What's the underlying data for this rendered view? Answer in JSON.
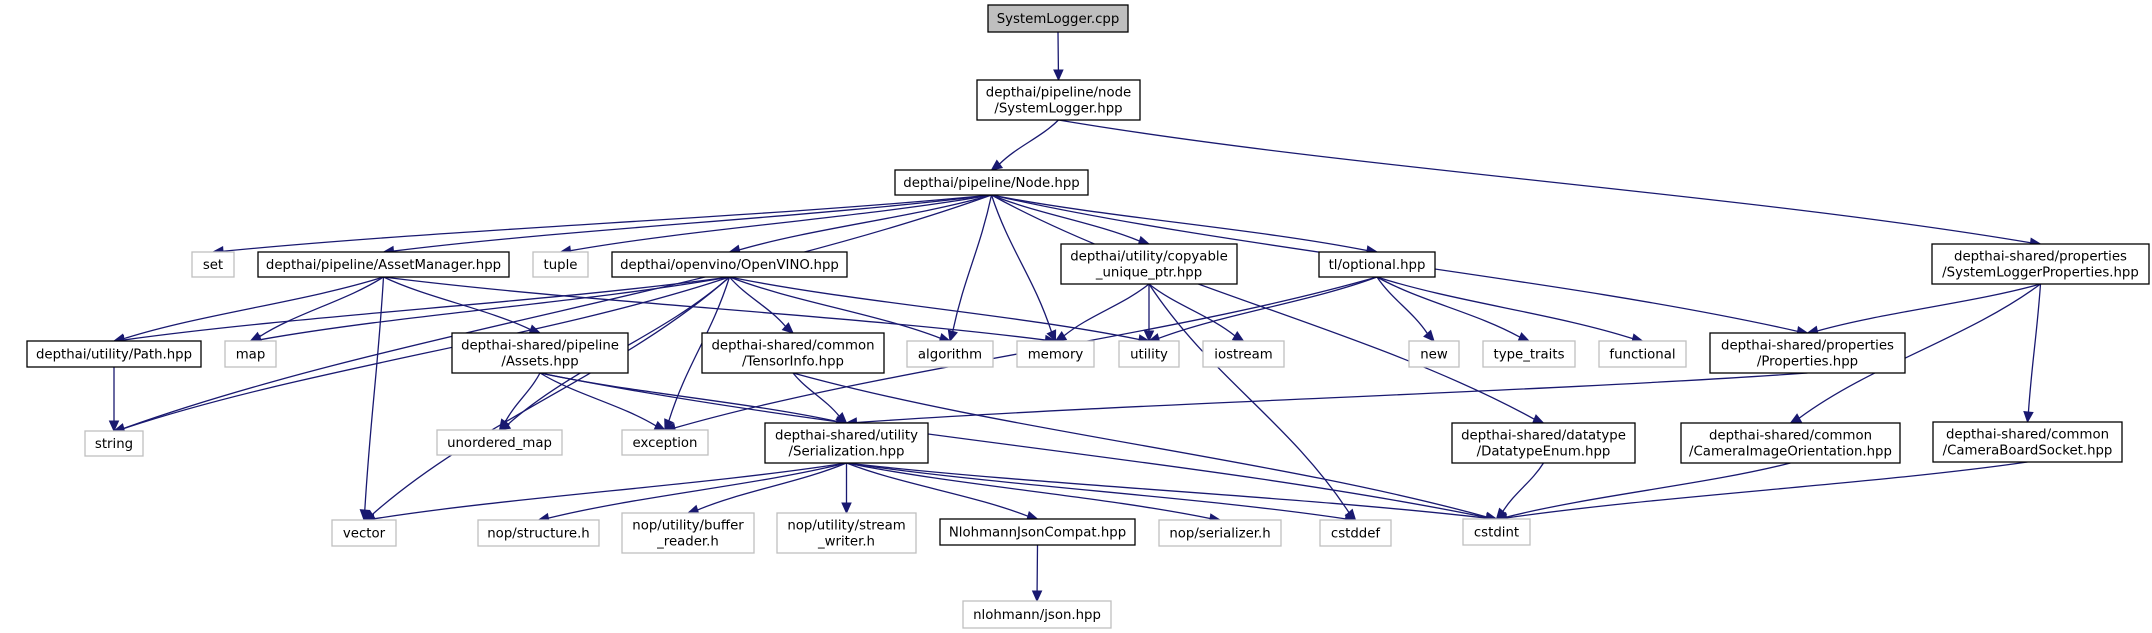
{
  "title": "SystemLogger.cpp include dependency graph",
  "colors": {
    "edge": "#191970",
    "root_fill": "#bfbfbf",
    "local_border": "#000000",
    "system_border": "#bfbfbf"
  },
  "nodes": [
    {
      "id": "root",
      "kind": "root",
      "lines": [
        "SystemLogger.cpp"
      ]
    },
    {
      "id": "syslogger_hpp",
      "kind": "local",
      "lines": [
        "depthai/pipeline/node",
        "/SystemLogger.hpp"
      ]
    },
    {
      "id": "node_hpp",
      "kind": "local",
      "lines": [
        "depthai/pipeline/Node.hpp"
      ]
    },
    {
      "id": "set",
      "kind": "system",
      "lines": [
        "set"
      ]
    },
    {
      "id": "assetmanager",
      "kind": "local",
      "lines": [
        "depthai/pipeline/AssetManager.hpp"
      ]
    },
    {
      "id": "tuple",
      "kind": "system",
      "lines": [
        "tuple"
      ]
    },
    {
      "id": "openvino",
      "kind": "local",
      "lines": [
        "depthai/openvino/OpenVINO.hpp"
      ]
    },
    {
      "id": "copyable",
      "kind": "local",
      "lines": [
        "depthai/utility/copyable",
        "_unique_ptr.hpp"
      ]
    },
    {
      "id": "optional",
      "kind": "local",
      "lines": [
        "tl/optional.hpp"
      ]
    },
    {
      "id": "sysloggerprops",
      "kind": "local",
      "lines": [
        "depthai-shared/properties",
        "/SystemLoggerProperties.hpp"
      ]
    },
    {
      "id": "path",
      "kind": "local",
      "lines": [
        "depthai/utility/Path.hpp"
      ]
    },
    {
      "id": "map",
      "kind": "system",
      "lines": [
        "map"
      ]
    },
    {
      "id": "assets",
      "kind": "local",
      "lines": [
        "depthai-shared/pipeline",
        "/Assets.hpp"
      ]
    },
    {
      "id": "tensorinfo",
      "kind": "local",
      "lines": [
        "depthai-shared/common",
        "/TensorInfo.hpp"
      ]
    },
    {
      "id": "algorithm",
      "kind": "system",
      "lines": [
        "algorithm"
      ]
    },
    {
      "id": "memory",
      "kind": "system",
      "lines": [
        "memory"
      ]
    },
    {
      "id": "utility",
      "kind": "system",
      "lines": [
        "utility"
      ]
    },
    {
      "id": "iostream",
      "kind": "system",
      "lines": [
        "iostream"
      ]
    },
    {
      "id": "new",
      "kind": "system",
      "lines": [
        "new"
      ]
    },
    {
      "id": "type_traits",
      "kind": "system",
      "lines": [
        "type_traits"
      ]
    },
    {
      "id": "functional",
      "kind": "system",
      "lines": [
        "functional"
      ]
    },
    {
      "id": "properties",
      "kind": "local",
      "lines": [
        "depthai-shared/properties",
        "/Properties.hpp"
      ]
    },
    {
      "id": "string",
      "kind": "system",
      "lines": [
        "string"
      ]
    },
    {
      "id": "unordered_map",
      "kind": "system",
      "lines": [
        "unordered_map"
      ]
    },
    {
      "id": "exception",
      "kind": "system",
      "lines": [
        "exception"
      ]
    },
    {
      "id": "serialization",
      "kind": "local",
      "lines": [
        "depthai-shared/utility",
        "/Serialization.hpp"
      ]
    },
    {
      "id": "datatypeenum",
      "kind": "local",
      "lines": [
        "depthai-shared/datatype",
        "/DatatypeEnum.hpp"
      ]
    },
    {
      "id": "camimgorient",
      "kind": "local",
      "lines": [
        "depthai-shared/common",
        "/CameraImageOrientation.hpp"
      ]
    },
    {
      "id": "camboardsocket",
      "kind": "local",
      "lines": [
        "depthai-shared/common",
        "/CameraBoardSocket.hpp"
      ]
    },
    {
      "id": "vector",
      "kind": "system",
      "lines": [
        "vector"
      ]
    },
    {
      "id": "nop_structure",
      "kind": "system",
      "lines": [
        "nop/structure.h"
      ]
    },
    {
      "id": "nop_buffer_reader",
      "kind": "system",
      "lines": [
        "nop/utility/buffer",
        "_reader.h"
      ]
    },
    {
      "id": "nop_stream_writer",
      "kind": "system",
      "lines": [
        "nop/utility/stream",
        "_writer.h"
      ]
    },
    {
      "id": "nlohmann_compat",
      "kind": "local",
      "lines": [
        "NlohmannJsonCompat.hpp"
      ]
    },
    {
      "id": "nop_serializer",
      "kind": "system",
      "lines": [
        "nop/serializer.h"
      ]
    },
    {
      "id": "cstddef",
      "kind": "system",
      "lines": [
        "cstddef"
      ]
    },
    {
      "id": "cstdint",
      "kind": "system",
      "lines": [
        "cstdint"
      ]
    },
    {
      "id": "nlohmann_json",
      "kind": "system",
      "lines": [
        "nlohmann/json.hpp"
      ]
    }
  ],
  "edges": [
    [
      "root",
      "syslogger_hpp"
    ],
    [
      "syslogger_hpp",
      "node_hpp"
    ],
    [
      "syslogger_hpp",
      "sysloggerprops"
    ],
    [
      "node_hpp",
      "set"
    ],
    [
      "node_hpp",
      "assetmanager"
    ],
    [
      "node_hpp",
      "tuple"
    ],
    [
      "node_hpp",
      "openvino"
    ],
    [
      "node_hpp",
      "copyable"
    ],
    [
      "node_hpp",
      "optional"
    ],
    [
      "node_hpp",
      "string"
    ],
    [
      "node_hpp",
      "algorithm"
    ],
    [
      "node_hpp",
      "memory"
    ],
    [
      "node_hpp",
      "properties"
    ],
    [
      "node_hpp",
      "datatypeenum"
    ],
    [
      "assetmanager",
      "path"
    ],
    [
      "assetmanager",
      "map"
    ],
    [
      "assetmanager",
      "assets"
    ],
    [
      "assetmanager",
      "memory"
    ],
    [
      "assetmanager",
      "vector"
    ],
    [
      "openvino",
      "path"
    ],
    [
      "openvino",
      "map"
    ],
    [
      "openvino",
      "string"
    ],
    [
      "openvino",
      "unordered_map"
    ],
    [
      "openvino",
      "vector"
    ],
    [
      "openvino",
      "exception"
    ],
    [
      "openvino",
      "tensorinfo"
    ],
    [
      "openvino",
      "algorithm"
    ],
    [
      "openvino",
      "utility"
    ],
    [
      "copyable",
      "memory"
    ],
    [
      "copyable",
      "utility"
    ],
    [
      "copyable",
      "iostream"
    ],
    [
      "copyable",
      "cstddef"
    ],
    [
      "optional",
      "utility"
    ],
    [
      "optional",
      "new"
    ],
    [
      "optional",
      "type_traits"
    ],
    [
      "optional",
      "functional"
    ],
    [
      "optional",
      "exception"
    ],
    [
      "sysloggerprops",
      "properties"
    ],
    [
      "sysloggerprops",
      "camimgorient"
    ],
    [
      "sysloggerprops",
      "camboardsocket"
    ],
    [
      "path",
      "string"
    ],
    [
      "assets",
      "unordered_map"
    ],
    [
      "assets",
      "exception"
    ],
    [
      "assets",
      "serialization"
    ],
    [
      "assets",
      "cstdint"
    ],
    [
      "tensorinfo",
      "serialization"
    ],
    [
      "tensorinfo",
      "cstdint"
    ],
    [
      "properties",
      "serialization"
    ],
    [
      "serialization",
      "vector"
    ],
    [
      "serialization",
      "nop_structure"
    ],
    [
      "serialization",
      "nop_buffer_reader"
    ],
    [
      "serialization",
      "nop_stream_writer"
    ],
    [
      "serialization",
      "nlohmann_compat"
    ],
    [
      "serialization",
      "nop_serializer"
    ],
    [
      "serialization",
      "cstddef"
    ],
    [
      "serialization",
      "cstdint"
    ],
    [
      "nlohmann_compat",
      "nlohmann_json"
    ],
    [
      "datatypeenum",
      "cstdint"
    ],
    [
      "camimgorient",
      "cstdint"
    ],
    [
      "camboardsocket",
      "cstdint"
    ]
  ]
}
